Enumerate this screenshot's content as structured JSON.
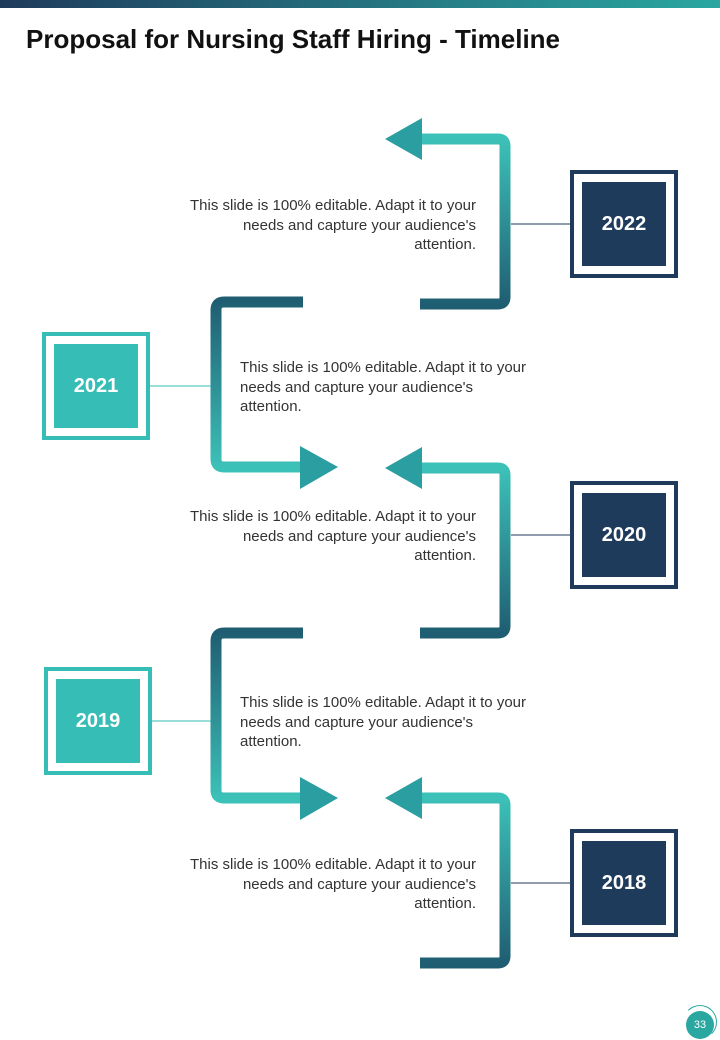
{
  "title": "Proposal for Nursing Staff Hiring - Timeline",
  "timeline": [
    {
      "year": "2022",
      "text": "This slide is 100% editable. Adapt it to your needs and capture your audience's attention."
    },
    {
      "year": "2021",
      "text": "This slide is 100% editable. Adapt it to your needs and capture your audience's attention."
    },
    {
      "year": "2020",
      "text": "This slide is 100% editable. Adapt it to your needs and capture your audience's attention."
    },
    {
      "year": "2019",
      "text": "This slide is 100% editable. Adapt it to your needs and capture your audience's attention."
    },
    {
      "year": "2018",
      "text": "This slide is 100% editable. Adapt it to your needs and capture your audience's attention."
    }
  ],
  "page_number": "33",
  "colors": {
    "navy": "#1f3b5c",
    "teal": "#36bdb5",
    "teal_dark": "#2a8f93"
  }
}
